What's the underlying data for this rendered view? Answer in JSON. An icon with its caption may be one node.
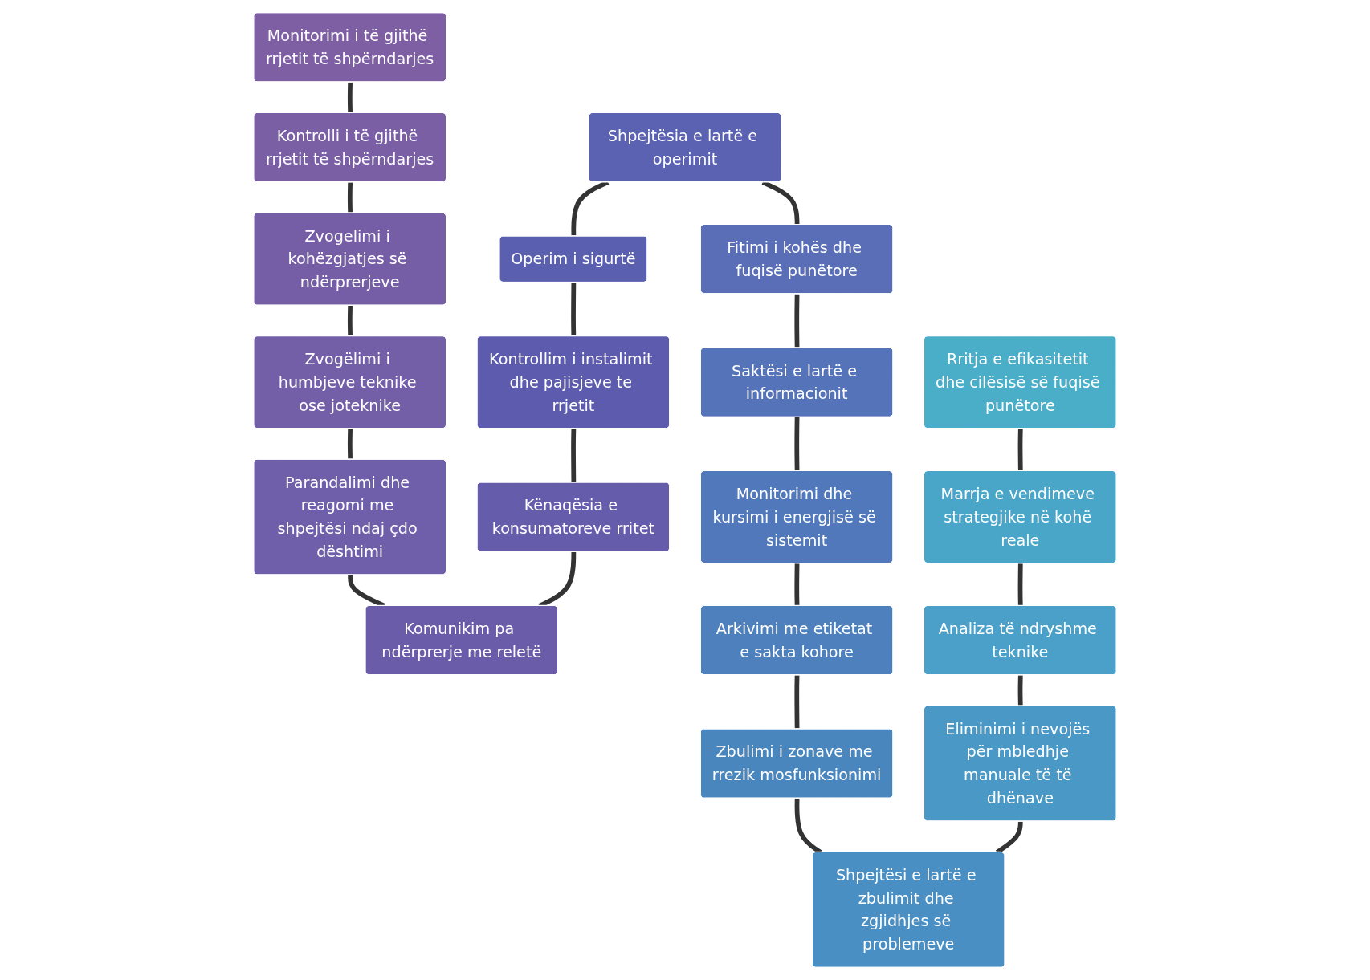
{
  "diagram": {
    "nodes": [
      {
        "text": [
          "Monitorimi i të gjithë rrjetit të shpërndarjes"
        ]
      },
      {
        "text": [
          "Kontrolli i të gjithë rrjetit të shpërndarjes"
        ]
      },
      {
        "text": [
          "Zvogelimi i kohëzgjatjes së ndërprerjeve"
        ]
      },
      {
        "text": [
          "Zvogëlimi i humbjeve teknike ose joteknike"
        ]
      },
      {
        "text": [
          "Parandalimi dhe reagomi me shpejtësi ndaj çdo dështimi"
        ]
      },
      {
        "text": [
          "Shpejtësia e lartë e operimit"
        ]
      },
      {
        "text": [
          "Operim i sigurtë"
        ]
      },
      {
        "text": [
          "Kontrollim i instalimit dhe pajisjeve te rrjetit"
        ]
      },
      {
        "text": [
          "Kënaqësia e konsumatoreve rritet"
        ]
      },
      {
        "text": [
          "Komunikim pa ndërprerje me reletë"
        ]
      },
      {
        "text": [
          "Fitimi i kohës dhe fuqisë punëtore"
        ]
      },
      {
        "text": [
          "Saktësi e lartë e informacionit"
        ]
      },
      {
        "text": [
          "Monitorimi dhe kursimi i energjisë së sistemit"
        ]
      },
      {
        "text": [
          "Arkivimi me etiketat e sakta kohore"
        ]
      },
      {
        "text": [
          "Zbulimi i zonave me rrezik mosfunksionimi"
        ]
      },
      {
        "text": [
          "Rritja e efikasitetit dhe cilësisë së fuqisë punëtore"
        ]
      },
      {
        "text": [
          "Marrja e vendimeve strategjike në kohë reale"
        ]
      },
      {
        "text": [
          "Analiza të ndryshme teknike"
        ]
      },
      {
        "text": [
          "Eliminimi i nevojës për mbledhje manuale të të dhënave"
        ]
      },
      {
        "text": [
          "Shpejtësi e lartë e zbulimit dhe zgjidhjes së problemeve"
        ]
      }
    ],
    "edges": [
      {
        "from": 0,
        "to": 1,
        "arrow": "none"
      },
      {
        "from": 1,
        "to": 2,
        "arrow": "none"
      },
      {
        "from": 2,
        "to": 3,
        "arrow": "none"
      },
      {
        "from": 3,
        "to": 4,
        "arrow": "none"
      },
      {
        "from": 4,
        "to": 9,
        "arrow": "none"
      },
      {
        "from": 5,
        "to": 6,
        "arrow": "none"
      },
      {
        "from": 6,
        "to": 7,
        "arrow": "none"
      },
      {
        "from": 7,
        "to": 8,
        "arrow": "none"
      },
      {
        "from": 8,
        "to": 9,
        "arrow": "none"
      },
      {
        "from": 5,
        "to": 10,
        "arrow": "none"
      },
      {
        "from": 10,
        "to": 11,
        "arrow": "none"
      },
      {
        "from": 11,
        "to": 12,
        "arrow": "none"
      },
      {
        "from": 12,
        "to": 13,
        "arrow": "none"
      },
      {
        "from": 13,
        "to": 14,
        "arrow": "none"
      },
      {
        "from": 14,
        "to": 19,
        "arrow": "none"
      },
      {
        "from": 15,
        "to": 16,
        "arrow": "none"
      },
      {
        "from": 16,
        "to": 17,
        "arrow": "none"
      },
      {
        "from": 17,
        "to": 18,
        "arrow": "none"
      },
      {
        "from": 18,
        "to": 19,
        "arrow": "none"
      }
    ]
  }
}
